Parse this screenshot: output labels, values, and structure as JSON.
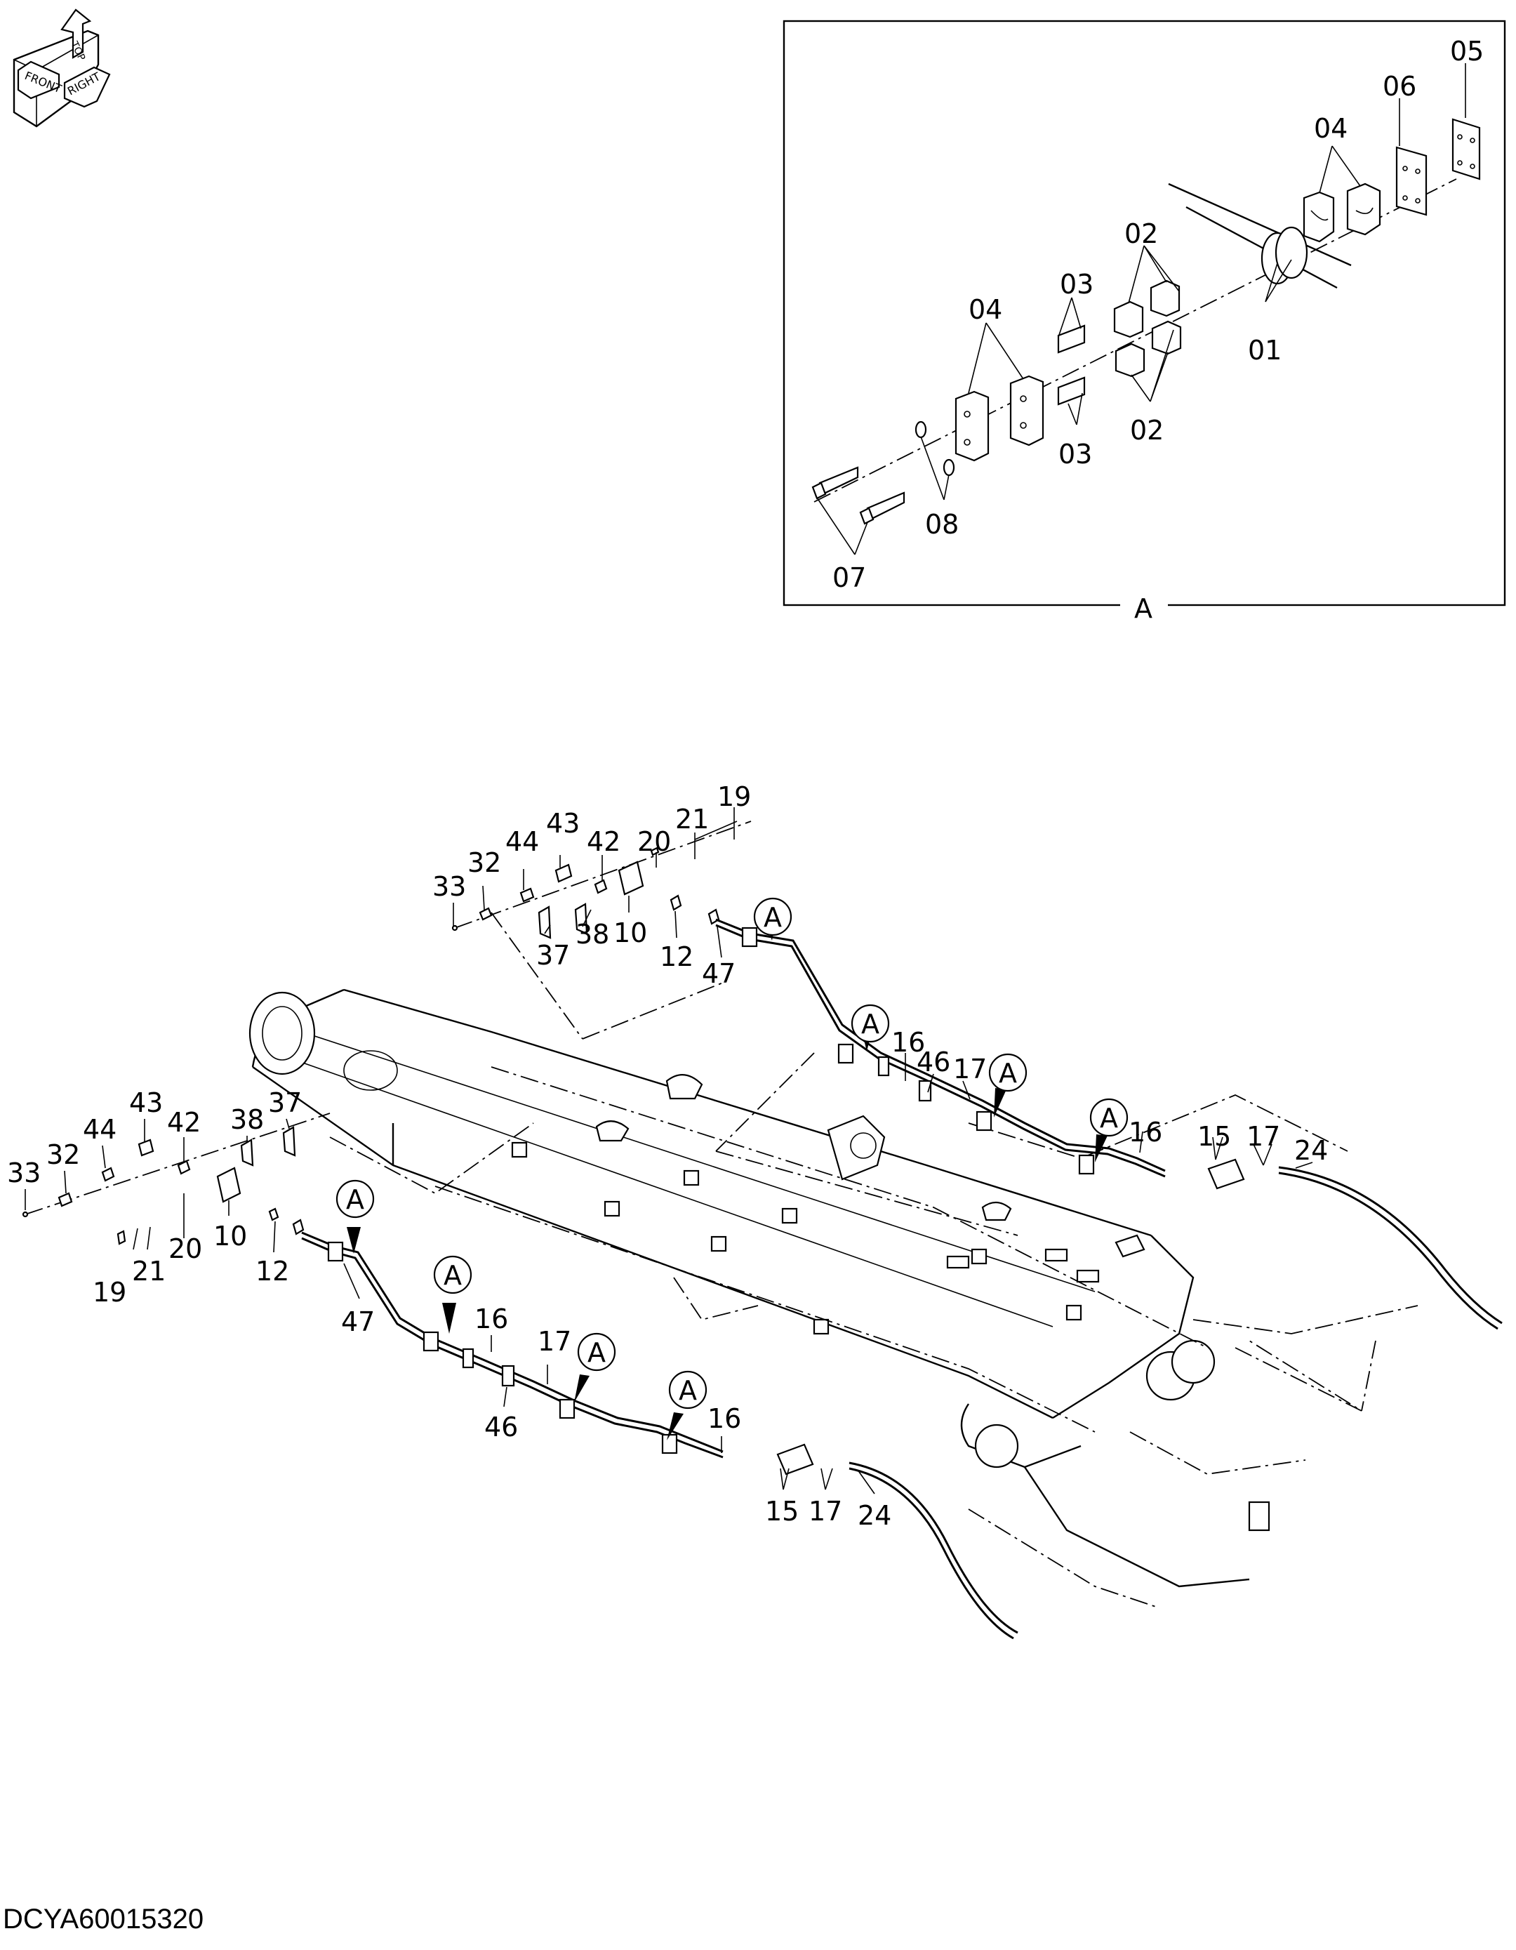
{
  "drawing_code": "DCYA60015320",
  "orientation_labels": {
    "top": "TOP",
    "front": "FRONT",
    "right": "RIGHT"
  },
  "detail_view": {
    "label": "A",
    "callouts": [
      "05",
      "06",
      "04",
      "02",
      "03",
      "04",
      "01",
      "02",
      "03",
      "08",
      "07"
    ]
  },
  "upper_assembly": {
    "callouts": [
      "19",
      "21",
      "20",
      "43",
      "42",
      "44",
      "32",
      "33",
      "10",
      "38",
      "37",
      "12",
      "47",
      "16",
      "46",
      "17",
      "15",
      "17",
      "24"
    ],
    "detail_refs": [
      "A",
      "A",
      "A",
      "A"
    ]
  },
  "lower_assembly": {
    "callouts": [
      "43",
      "42",
      "44",
      "32",
      "33",
      "38",
      "37",
      "10",
      "20",
      "21",
      "19",
      "12",
      "47",
      "16",
      "17",
      "46",
      "16",
      "15",
      "17",
      "24"
    ],
    "detail_refs": [
      "A",
      "A",
      "A",
      "A"
    ]
  }
}
